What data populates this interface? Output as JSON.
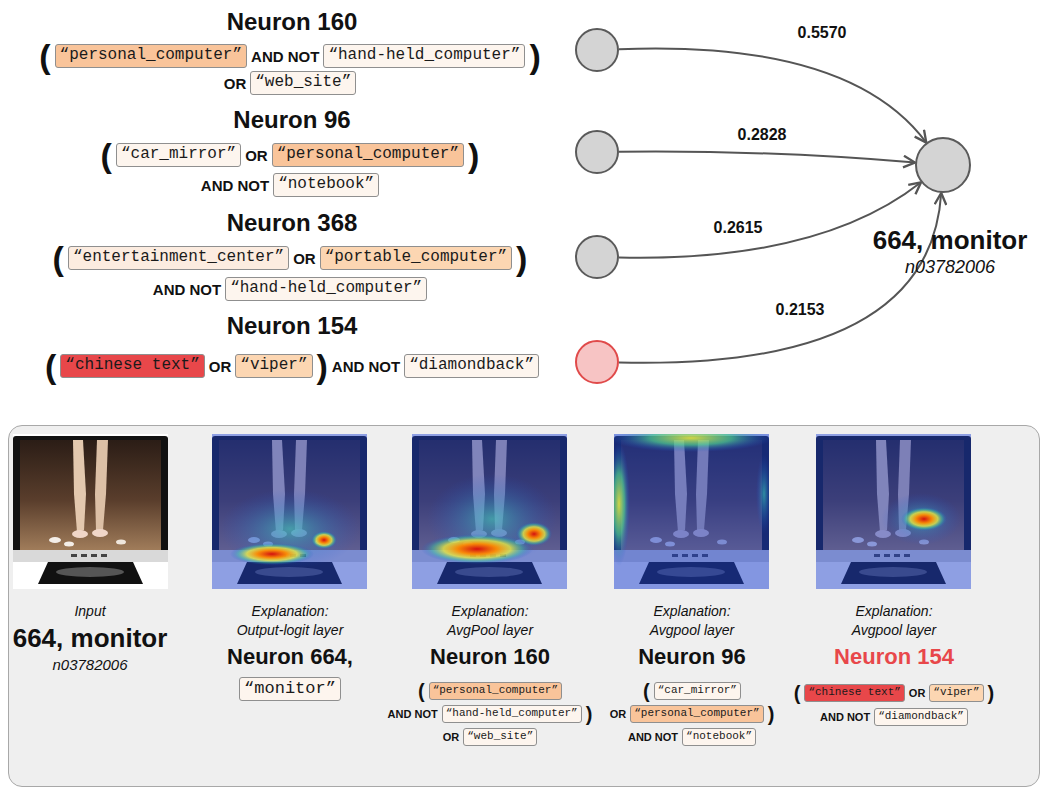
{
  "diagram": {
    "nodes": [
      {
        "text": [
          "Neuron 160",
          "(",
          "“personal_computer”",
          "AND NOT",
          "“hand-held_computer”",
          ")",
          "OR",
          "“web_site”"
        ]
      },
      {
        "text": [
          "Neuron 96",
          "(",
          "“car_mirror”",
          "OR",
          "“personal_computer”",
          ")",
          "AND NOT",
          "“notebook”"
        ]
      },
      {
        "text": [
          "Neuron 368",
          "(",
          "“entertainment_center”",
          "OR",
          "“portable_computer”",
          ")",
          "AND NOT",
          "“hand-held_computer”"
        ]
      },
      {
        "text": [
          "Neuron 154",
          "(",
          "“chinese text”",
          "OR",
          "“viper”",
          ")",
          "AND NOT",
          "“diamondback”"
        ]
      },
      {
        "text": [
          "664, monitor",
          "n03782006"
        ]
      },
      {
        "text": [
          "Input",
          "664, monitor",
          "n03782006",
          "Explanation:",
          "Output-logit layer",
          "Neuron 664,",
          "“monitor”",
          "Explanation:",
          "AvgPool layer",
          "Neuron 160",
          "(",
          "“personal_computer”",
          "AND NOT",
          "“hand-held_computer”",
          ")",
          "OR",
          "“web_site”",
          "Explanation:",
          "Avgpool layer",
          "Neuron 96",
          "(",
          "“car_mirror”",
          "OR",
          "“personal_computer”",
          ")",
          "AND NOT",
          "“notebook”",
          "Explanation:",
          "Avgpool layer",
          "Neuron 154",
          "(",
          "“chinese text”",
          "OR",
          "“viper”",
          ")",
          "AND NOT",
          "“diamondback”"
        ]
      }
    ],
    "edges": [
      {
        "from": 0,
        "to": 4,
        "label": "0.5570",
        "arrow": "to"
      },
      {
        "from": 1,
        "to": 4,
        "label": "0.2828",
        "arrow": "to"
      },
      {
        "from": 2,
        "to": 4,
        "label": "0.2615",
        "arrow": "to"
      },
      {
        "from": 3,
        "to": 4,
        "label": "0.2153",
        "arrow": "to"
      }
    ]
  }
}
